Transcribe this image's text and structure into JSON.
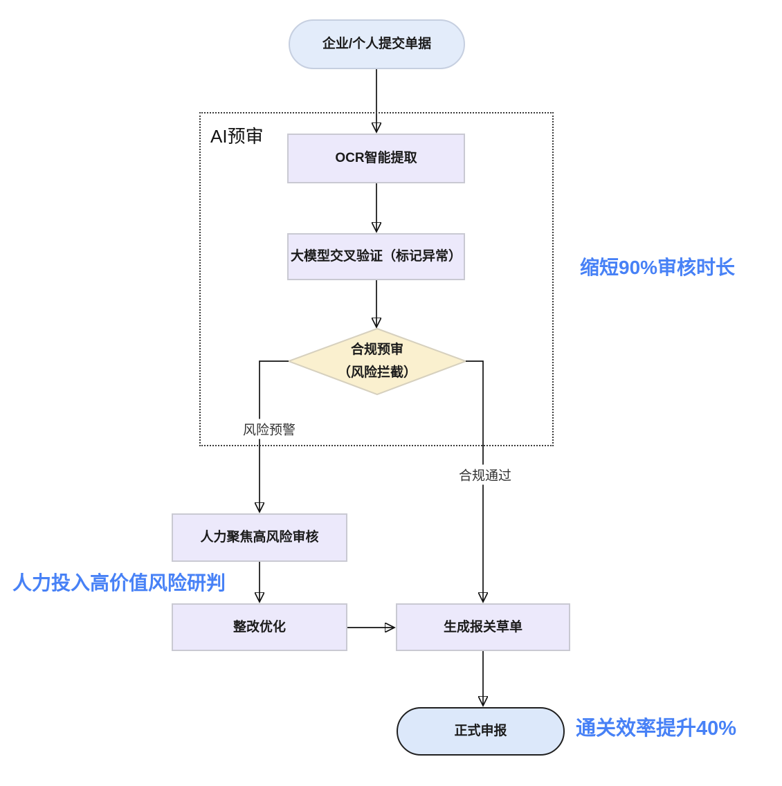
{
  "flowchart": {
    "group": {
      "label": "AI预审"
    },
    "nodes": {
      "start": {
        "label": "企业/个人提交单据"
      },
      "ocr": {
        "label": "OCR智能提取"
      },
      "llm": {
        "label": "大模型交叉验证（标记异常）"
      },
      "decision": {
        "line1": "合规预审",
        "line2": "（风险拦截）"
      },
      "manual": {
        "label": "人力聚焦高风险审核"
      },
      "rectify": {
        "label": "整改优化"
      },
      "draft": {
        "label": "生成报关草单"
      },
      "final": {
        "label": "正式申报"
      }
    },
    "edge_labels": {
      "risk": "风险预警",
      "pass": "合规通过"
    },
    "annotations": {
      "review_time": "缩短90%审核时长",
      "manual_value": "人力投入高价值风险研判",
      "clearance": "通关效率提升40%"
    },
    "colors": {
      "annotation_blue": "#4781F6",
      "process_fill": "#ECE9FB",
      "process_border": "#C9C9D2",
      "terminal_fill": "#E3ECFA",
      "terminal_border": "#C6CFE0",
      "final_terminal_fill": "#DCE8FA",
      "final_terminal_border": "#1F1F1F",
      "decision_fill": "#FAF0CF",
      "decision_border": "#D6D0BE",
      "line": "#111111"
    }
  }
}
